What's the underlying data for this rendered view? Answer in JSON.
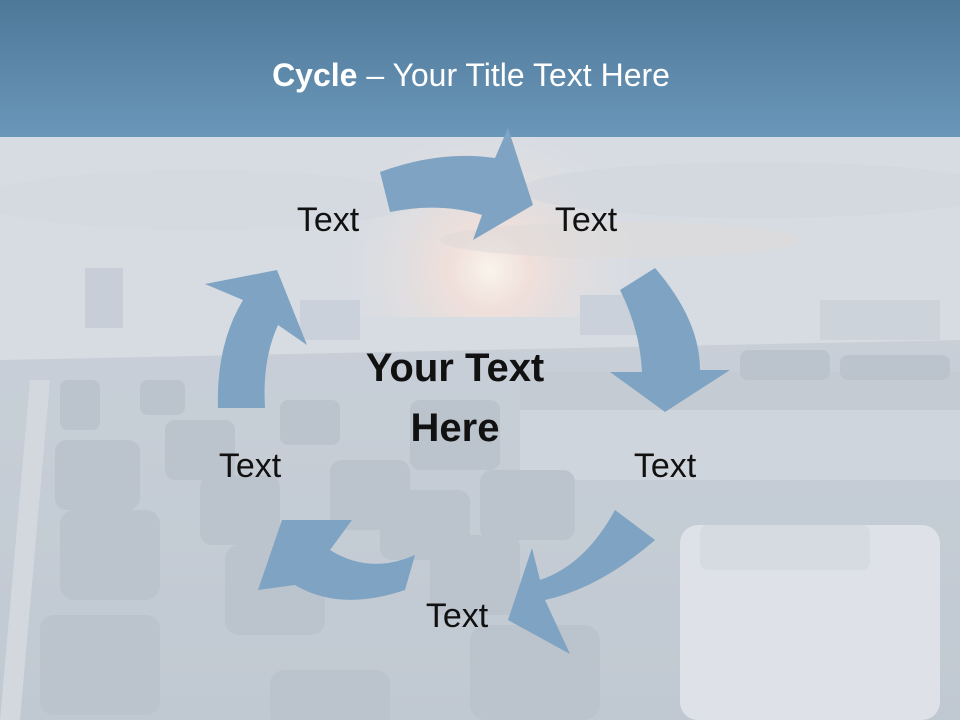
{
  "slide": {
    "title_bold": "Cycle",
    "title_rest": " – Your Title Text Here",
    "center_text": "Your Text Here",
    "items": [
      "Text",
      "Text",
      "Text",
      "Text",
      "Text"
    ]
  },
  "colors": {
    "header_band": "#5b87a9",
    "arrow_fill": "#7fa3c2",
    "title_text": "#ffffff",
    "body_text": "#111111"
  },
  "icons": {
    "cycle_arrows": "curved-arrow-icon"
  }
}
